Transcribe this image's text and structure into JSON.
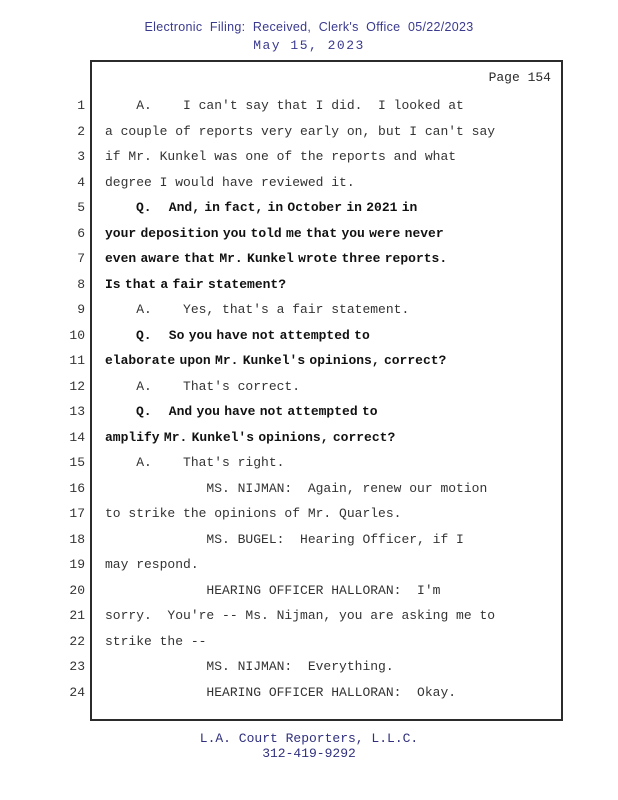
{
  "header": {
    "filing_line": "Electronic  Filing:  Received,  Clerk's  Office  05/22/2023",
    "date_line": "May 15, 2023"
  },
  "page": {
    "page_label": "Page 154",
    "lines": [
      {
        "num": "1",
        "text": "    A.    I can't say that I did.  I looked at",
        "bold": false,
        "qindent": false
      },
      {
        "num": "2",
        "text": "a couple of reports very early on, but I can't say",
        "bold": false,
        "qindent": false
      },
      {
        "num": "3",
        "text": "if Mr. Kunkel was one of the reports and what",
        "bold": false,
        "qindent": false
      },
      {
        "num": "4",
        "text": "degree I would have reviewed it.",
        "bold": false,
        "qindent": false
      },
      {
        "num": "5",
        "text": "Q.    And, in fact, in October in 2021 in",
        "bold": true,
        "qindent": true
      },
      {
        "num": "6",
        "text": "your deposition you told me that you were never",
        "bold": true,
        "qindent": false
      },
      {
        "num": "7",
        "text": "even aware that Mr. Kunkel wrote three reports.",
        "bold": true,
        "qindent": false
      },
      {
        "num": "8",
        "text": "Is that a fair statement?",
        "bold": true,
        "qindent": false
      },
      {
        "num": "9",
        "text": "    A.    Yes, that's a fair statement.",
        "bold": false,
        "qindent": false
      },
      {
        "num": "10",
        "text": "Q.    So you have not attempted to",
        "bold": true,
        "qindent": true
      },
      {
        "num": "11",
        "text": "elaborate upon Mr. Kunkel's opinions, correct?",
        "bold": true,
        "qindent": false
      },
      {
        "num": "12",
        "text": "    A.    That's correct.",
        "bold": false,
        "qindent": false
      },
      {
        "num": "13",
        "text": "Q.    And you have not attempted to",
        "bold": true,
        "qindent": true
      },
      {
        "num": "14",
        "text": "amplify Mr. Kunkel's opinions, correct?",
        "bold": true,
        "qindent": false
      },
      {
        "num": "15",
        "text": "    A.    That's right.",
        "bold": false,
        "qindent": false
      },
      {
        "num": "16",
        "text": "             MS. NIJMAN:  Again, renew our motion",
        "bold": false,
        "qindent": false
      },
      {
        "num": "17",
        "text": "to strike the opinions of Mr. Quarles.",
        "bold": false,
        "qindent": false
      },
      {
        "num": "18",
        "text": "             MS. BUGEL:  Hearing Officer, if I",
        "bold": false,
        "qindent": false
      },
      {
        "num": "19",
        "text": "may respond.",
        "bold": false,
        "qindent": false
      },
      {
        "num": "20",
        "text": "             HEARING OFFICER HALLORAN:  I'm",
        "bold": false,
        "qindent": false
      },
      {
        "num": "21",
        "text": "sorry.  You're -- Ms. Nijman, you are asking me to",
        "bold": false,
        "qindent": false
      },
      {
        "num": "22",
        "text": "strike the --",
        "bold": false,
        "qindent": false
      },
      {
        "num": "23",
        "text": "             MS. NIJMAN:  Everything.",
        "bold": false,
        "qindent": false
      },
      {
        "num": "24",
        "text": "             HEARING OFFICER HALLORAN:  Okay.",
        "bold": false,
        "qindent": false
      }
    ]
  },
  "footer": {
    "company": "L.A. Court Reporters, L.L.C.",
    "phone": "312-419-9292"
  },
  "colors": {
    "header_text": "#3a3a8f",
    "body_text": "#333333",
    "border": "#2b2b2b"
  }
}
